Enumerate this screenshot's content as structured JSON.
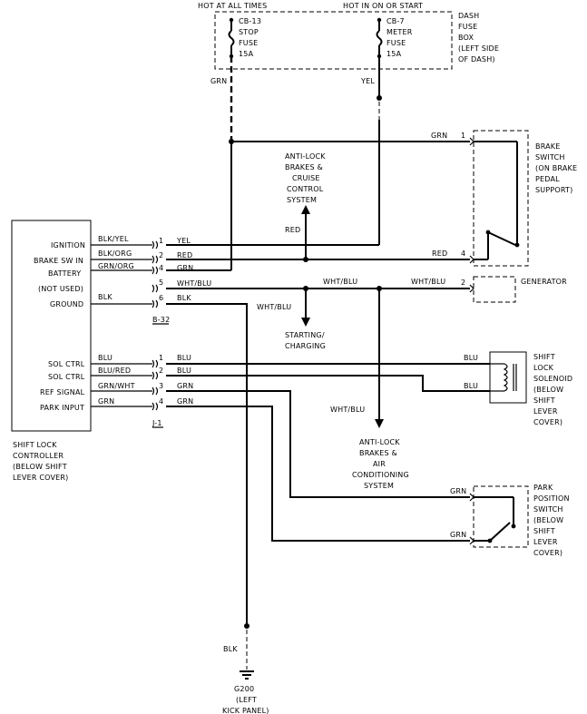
{
  "header": {
    "hot_at_all_times": "HOT AT ALL TIMES",
    "hot_in_on_or_start": "HOT IN ON OR START"
  },
  "fuse_box": {
    "label": [
      "DASH",
      "FUSE",
      "BOX",
      "(LEFT SIDE",
      "OF DASH)"
    ],
    "cb13": [
      "CB-13",
      "STOP",
      "FUSE",
      "15A"
    ],
    "cb7": [
      "CB-7",
      "METER",
      "FUSE",
      "15A"
    ]
  },
  "wire_colors": {
    "grn": "GRN",
    "yel": "YEL",
    "red": "RED",
    "blk": "BLK",
    "blk_yel": "BLK/YEL",
    "blk_org": "BLK/ORG",
    "grn_org": "GRN/ORG",
    "wht_blu": "WHT/BLU",
    "blu": "BLU",
    "blu_red": "BLU/RED",
    "grn_wht": "GRN/WHT"
  },
  "controller": {
    "pins": [
      "IGNITION",
      "BRAKE SW IN",
      "BATTERY",
      "(NOT USED)",
      "GROUND",
      "SOL CTRL",
      "SOL CTRL",
      "REF SIGNAL",
      "PARK INPUT"
    ],
    "label": [
      "SHIFT LOCK",
      "CONTROLLER",
      "(BELOW SHIFT",
      "LEVER COVER)"
    ]
  },
  "connectors": {
    "b32": "B-32",
    "j1": "J-1",
    "b32_pins": [
      "1",
      "2",
      "4",
      "5",
      "6"
    ],
    "j1_pins": [
      "1",
      "2",
      "3",
      "4"
    ]
  },
  "components": {
    "abs_cruise": [
      "ANTI-LOCK",
      "BRAKES &",
      "CRUISE",
      "CONTROL",
      "SYSTEM"
    ],
    "brake_switch": [
      "BRAKE",
      "SWITCH",
      "(ON BRAKE",
      "PEDAL",
      "SUPPORT)"
    ],
    "brake_switch_pins": [
      "1",
      "4"
    ],
    "generator": "GENERATOR",
    "generator_pin": "2",
    "starting_charging": [
      "STARTING/",
      "CHARGING"
    ],
    "shift_lock_solenoid": [
      "SHIFT",
      "LOCK",
      "SOLENOID",
      "(BELOW",
      "SHIFT",
      "LEVER",
      "COVER)"
    ],
    "abs_ac": [
      "ANTI-LOCK",
      "BRAKES &",
      "AIR",
      "CONDITIONING",
      "SYSTEM"
    ],
    "park_switch": [
      "PARK",
      "POSITION",
      "SWITCH",
      "(BELOW",
      "SHIFT",
      "LEVER",
      "COVER)"
    ],
    "ground": [
      "G200",
      "(LEFT",
      "KICK PANEL)"
    ]
  }
}
